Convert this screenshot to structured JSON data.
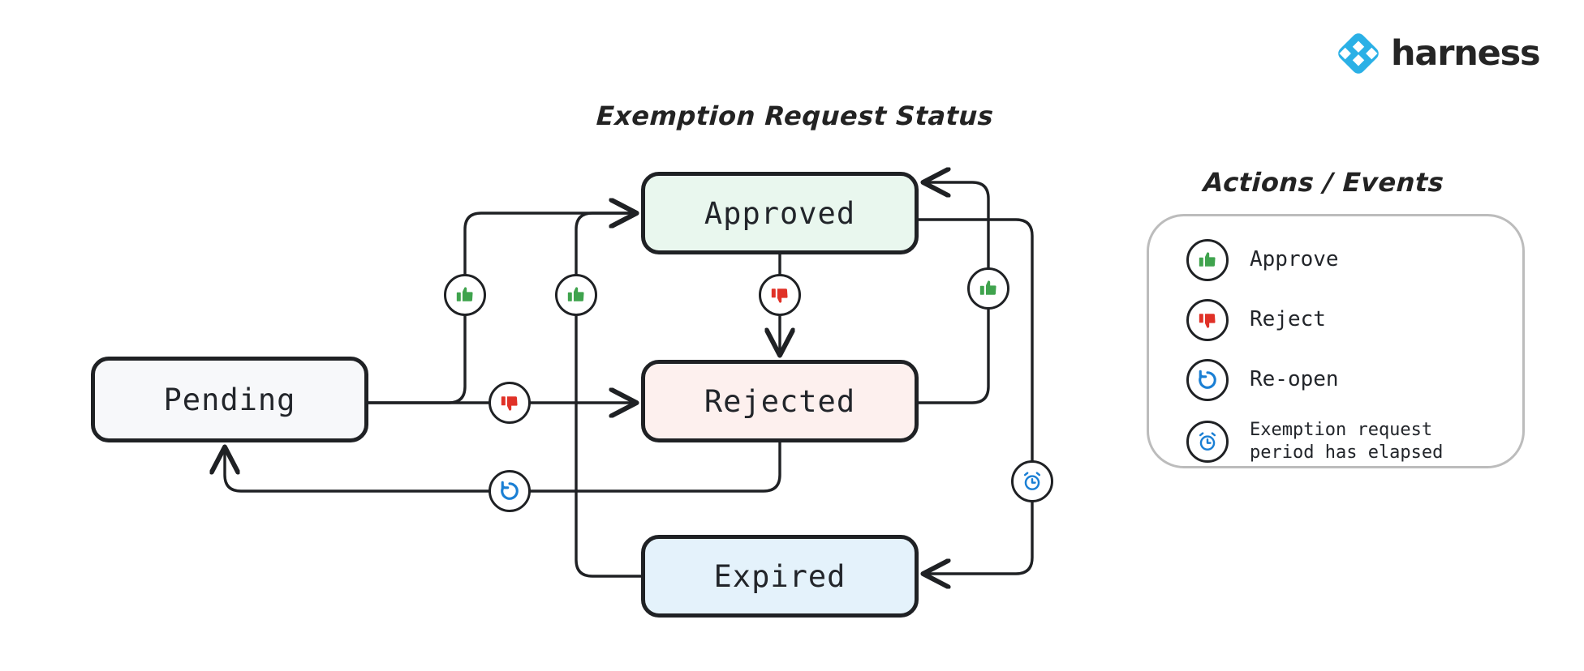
{
  "brand": {
    "name": "harness",
    "logo_icon": "harness-diamond-logo",
    "logo_color": "#2ab0e6",
    "wordmark_color": "#252525"
  },
  "diagram": {
    "title": "Exemption Request Status",
    "type": "state-machine",
    "states": [
      {
        "id": "pending",
        "label": "Pending",
        "fill": "#f7f8fa",
        "stroke": "#1f2124"
      },
      {
        "id": "approved",
        "label": "Approved",
        "fill": "#e9f7ee",
        "stroke": "#1f2124"
      },
      {
        "id": "rejected",
        "label": "Rejected",
        "fill": "#fdf0ee",
        "stroke": "#1f2124"
      },
      {
        "id": "expired",
        "label": "Expired",
        "fill": "#e4f2fb",
        "stroke": "#1f2124"
      }
    ],
    "transitions": [
      {
        "from": "pending",
        "to": "approved",
        "action": "approve",
        "icon": "thumbs-up-icon"
      },
      {
        "from": "pending",
        "to": "rejected",
        "action": "reject",
        "icon": "thumbs-down-icon"
      },
      {
        "from": "approved",
        "to": "rejected",
        "action": "reject",
        "icon": "thumbs-down-icon"
      },
      {
        "from": "rejected",
        "to": "approved",
        "action": "approve",
        "icon": "thumbs-up-icon"
      },
      {
        "from": "expired",
        "to": "approved",
        "action": "approve",
        "icon": "thumbs-up-icon"
      },
      {
        "from": "approved",
        "to": "expired",
        "action": "expired",
        "icon": "alarm-clock-icon"
      },
      {
        "from": "rejected",
        "to": "pending",
        "action": "re-open",
        "icon": "reopen-icon"
      }
    ]
  },
  "legend": {
    "title": "Actions / Events",
    "items": [
      {
        "icon": "thumbs-up-icon",
        "label": "Approve",
        "color": "#3fa34d"
      },
      {
        "icon": "thumbs-down-icon",
        "label": "Reject",
        "color": "#e03127"
      },
      {
        "icon": "reopen-icon",
        "label": "Re-open",
        "color": "#1a7fd4"
      },
      {
        "icon": "alarm-clock-icon",
        "label": "Exemption request\nperiod has elapsed",
        "color": "#1a7fd4"
      }
    ]
  },
  "colors": {
    "approve_green": "#3fa34d",
    "reject_red": "#e03127",
    "event_blue": "#1a7fd4",
    "edge_stroke": "#1f2124",
    "panel_border": "#bcbcbc"
  }
}
